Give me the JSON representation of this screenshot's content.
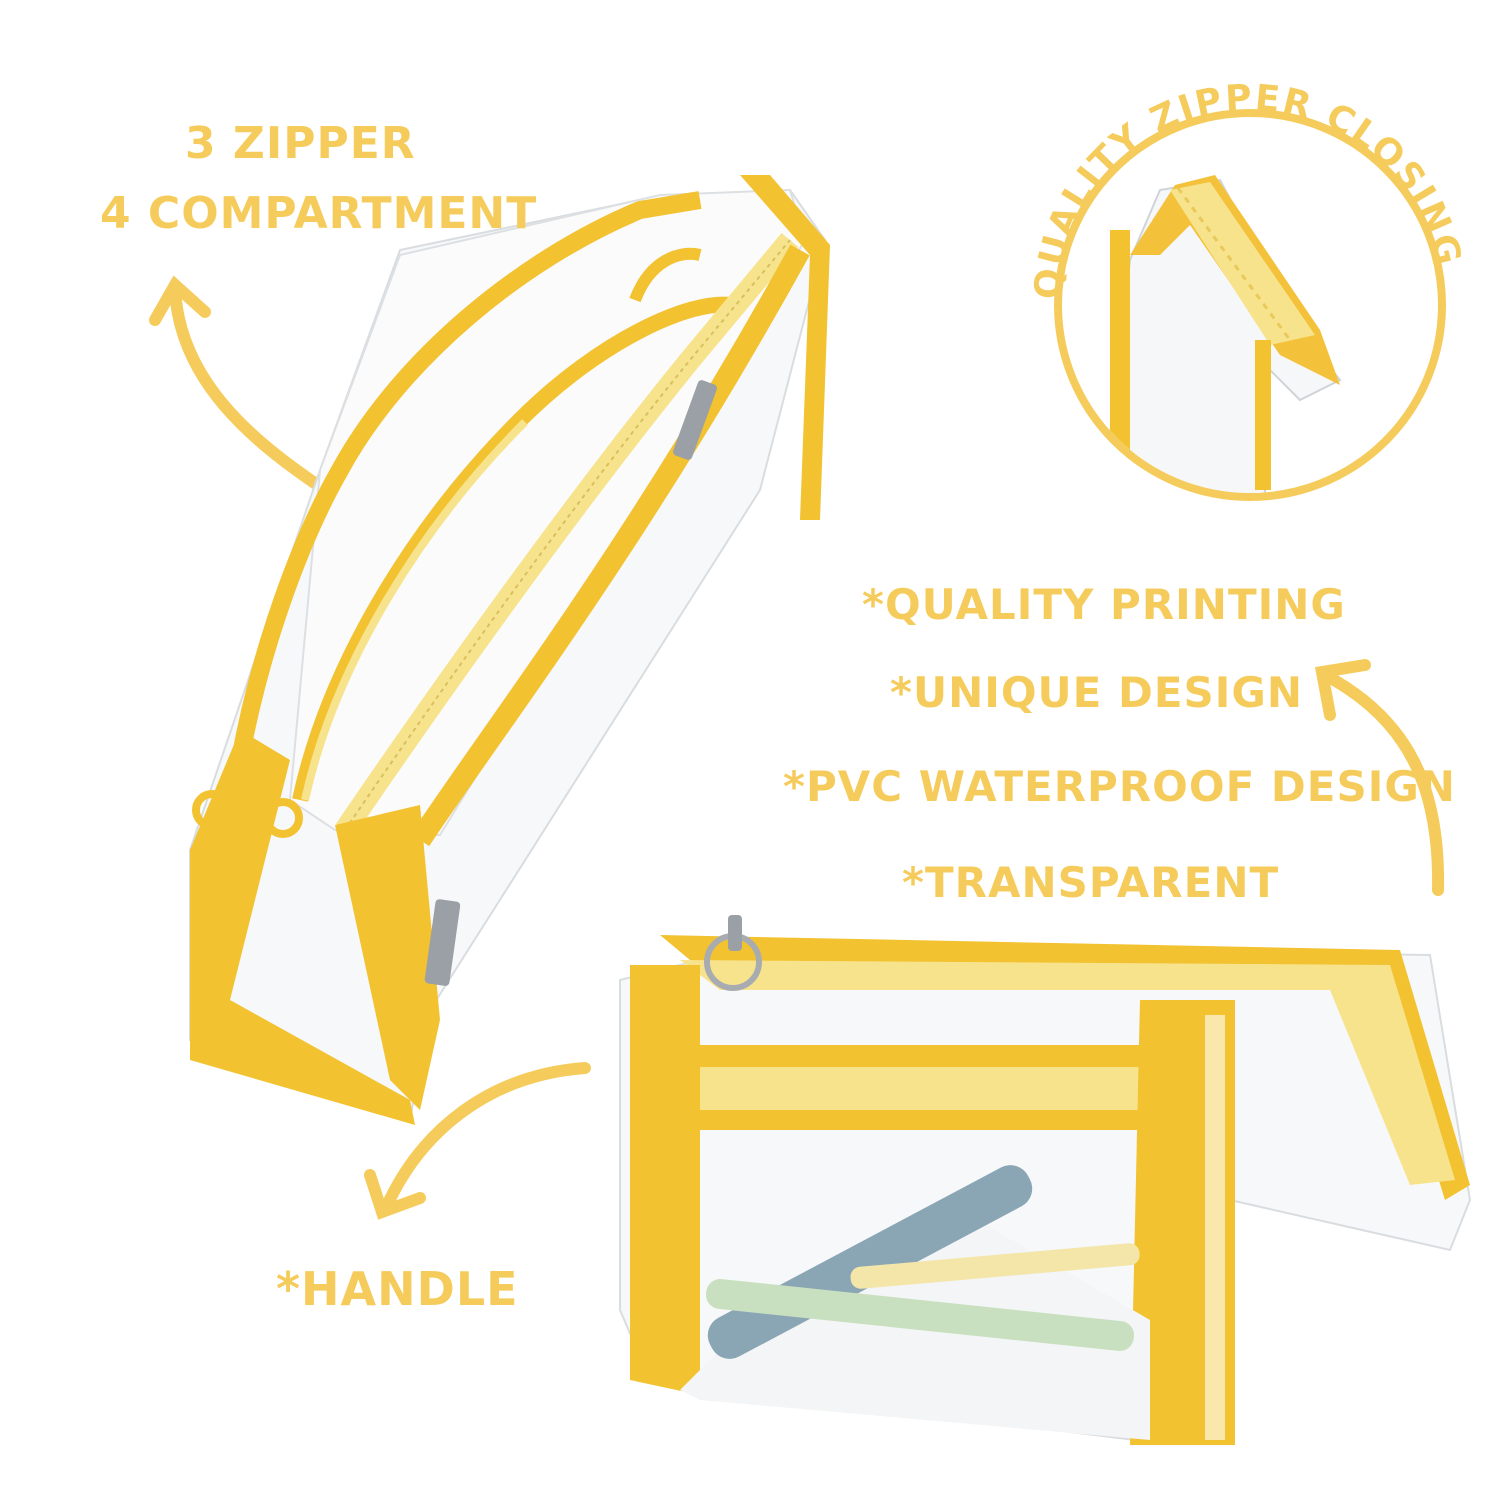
{
  "colors": {
    "accent": "#f5cc5c",
    "trim": "#f2c230",
    "zipper": "#f7e08a"
  },
  "labels": {
    "zipper_line1": "3 ZIPPER",
    "zipper_line2": "4 COMPARTMENT",
    "circle_caption": "QUALITY ZIPPER CLOSING",
    "feature1": "*QUALITY PRINTING",
    "feature2": "*UNIQUE DESIGN",
    "feature3": "*PVC WATERPROOF DESIGN",
    "feature4": "*TRANSPARENT",
    "handle": "*HANDLE"
  },
  "icons": [
    "curved-arrow-icon",
    "zoom-circle",
    "pencil-case-photo"
  ]
}
